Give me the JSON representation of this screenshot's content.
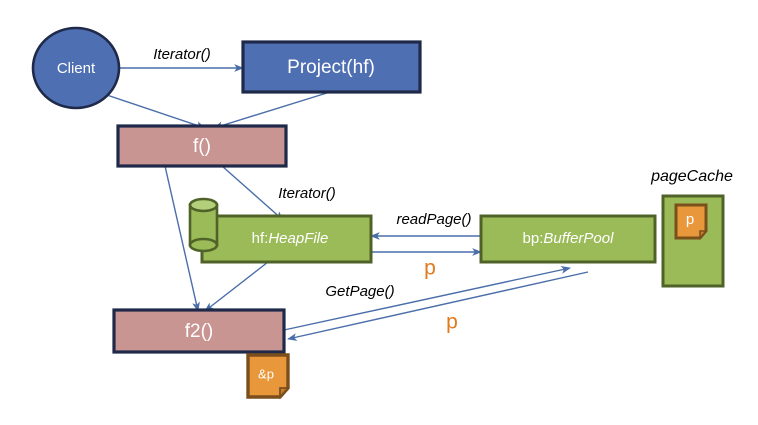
{
  "diagram": {
    "title": "Project / HeapFile / BufferPool sequence diagram",
    "background": "#ffffff",
    "palette": {
      "blue_fill": "#4f6fb3",
      "blue_stroke": "#1f2a4a",
      "rose_fill": "#c89592",
      "rose_stroke": "#1f2a4a",
      "green_fill": "#9bbb59",
      "green_stroke": "#4f6228",
      "orange_fill": "#e8973a",
      "orange_stroke": "#7b4f1c",
      "connector": "#4a6ea9",
      "label_orange": "#e2791c",
      "node_text": "#ffffff",
      "edge_text": "#000000"
    },
    "nodes": [
      {
        "id": "client",
        "label": "Client",
        "shape": "ellipse",
        "kind": "actor"
      },
      {
        "id": "project",
        "label": "Project(hf)",
        "shape": "rect",
        "kind": "blue-box"
      },
      {
        "id": "f",
        "label": "f()",
        "shape": "rect",
        "kind": "rose-box"
      },
      {
        "id": "f2",
        "label": "f2()",
        "shape": "rect",
        "kind": "rose-box"
      },
      {
        "id": "heapfile",
        "label_prefix": "hf:",
        "label_italic": "HeapFile",
        "shape": "rect-cylinder",
        "kind": "green-box"
      },
      {
        "id": "bufferpool",
        "label_prefix": "bp:",
        "label_italic": "BufferPool",
        "shape": "rect",
        "kind": "green-box"
      },
      {
        "id": "pagecache",
        "label": "pageCache",
        "shape": "rect",
        "kind": "green-container"
      },
      {
        "id": "page_p",
        "label": "p",
        "shape": "document",
        "kind": "orange-doc"
      },
      {
        "id": "page_amp_p",
        "label": "&p",
        "shape": "document",
        "kind": "orange-doc"
      }
    ],
    "edges": [
      {
        "id": "e1",
        "from": "client",
        "to": "project",
        "label": "Iterator()"
      },
      {
        "id": "e2",
        "from": "client",
        "to": "f",
        "label": ""
      },
      {
        "id": "e3",
        "from": "project",
        "to": "f",
        "label": ""
      },
      {
        "id": "e4",
        "from": "f",
        "to": "heapfile",
        "label": "Iterator()"
      },
      {
        "id": "e5",
        "from": "f",
        "to": "f2",
        "label": ""
      },
      {
        "id": "e6",
        "from": "heapfile",
        "to": "f2",
        "label": ""
      },
      {
        "id": "e7",
        "from": "bufferpool",
        "to": "heapfile",
        "label": "readPage()"
      },
      {
        "id": "e8",
        "from": "heapfile",
        "to": "bufferpool",
        "label": "p"
      },
      {
        "id": "e9",
        "from": "f2",
        "to": "bufferpool",
        "label": "GetPage()"
      },
      {
        "id": "e10",
        "from": "bufferpool",
        "to": "f2",
        "label": "p"
      }
    ],
    "labels": {
      "client": "Client",
      "project": "Project(hf)",
      "f": "f()",
      "f2": "f2()",
      "heapfile_prefix": "hf:",
      "heapfile_type": "HeapFile",
      "bufferpool_prefix": "bp:",
      "bufferpool_type": "BufferPool",
      "pagecache": "pageCache",
      "page_p": "p",
      "page_amp_p": "&p",
      "iterator_1": "Iterator()",
      "iterator_2": "Iterator()",
      "read_page": "readPage()",
      "get_page": "GetPage()",
      "p_upper": "p",
      "p_lower": "p"
    }
  }
}
